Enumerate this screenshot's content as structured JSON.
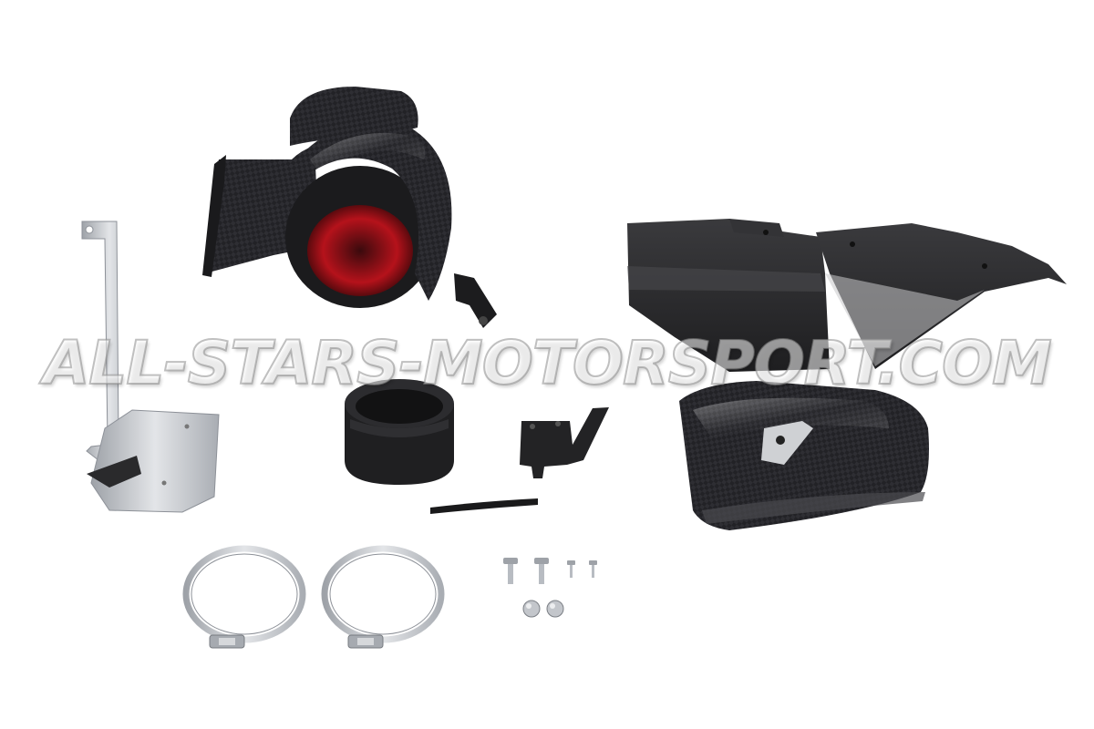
{
  "watermark": {
    "text": "ALL-STARS-MOTORSPORT.COM"
  },
  "colors": {
    "background": "#ffffff",
    "carbon": "#1f1f22",
    "black_part": "#2a2a2c",
    "silver_bracket": "#c9ccd1",
    "filter_red": "#b5121b",
    "steel": "#b8bcc2"
  },
  "parts": [
    "carbon-intake-scoop",
    "silver-mounting-bracket",
    "black-airbox-heatshield",
    "carbon-airbox-lid",
    "silicone-coupler",
    "small-black-bracket",
    "rubber-strip",
    "hose-clamp-left",
    "hose-clamp-right",
    "bolts-and-nuts"
  ]
}
